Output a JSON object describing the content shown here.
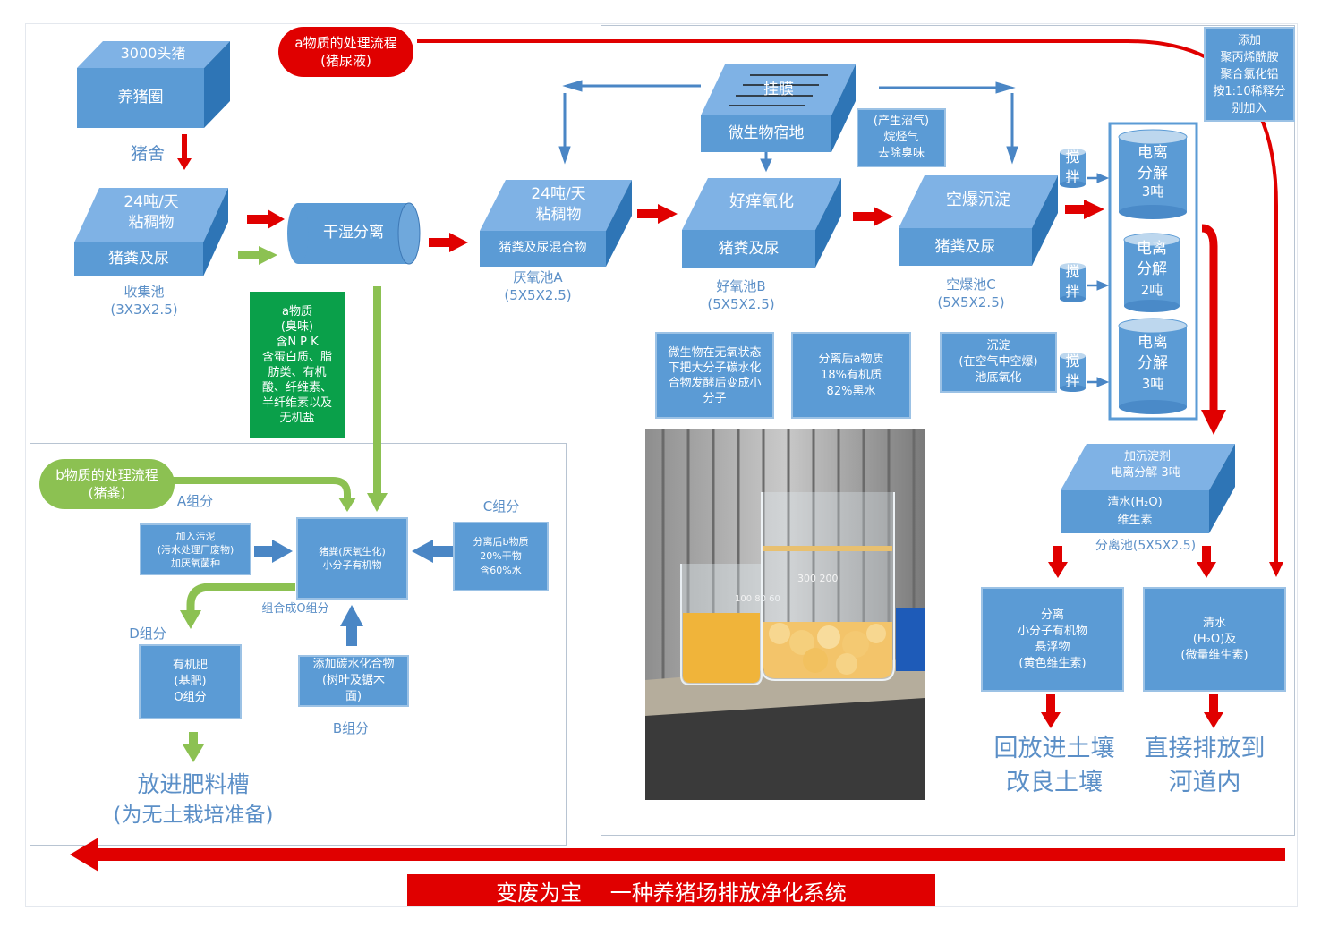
{
  "title": "变废为宝　 一种养猪场排放净化系统",
  "pigpen": {
    "top": "3000头猪",
    "front": "养猪圈",
    "caption": "猪舍"
  },
  "collect": {
    "top_line1": "24吨/天",
    "top_line2": "粘稠物",
    "front": "猪粪及尿",
    "caption_line1": "收集池",
    "caption_line2": "(3X3X2.5)"
  },
  "separator": {
    "label": "干湿分离"
  },
  "tankA": {
    "top_line1": "24吨/天",
    "top_line2": "粘稠物",
    "front": "猪粪及尿混合物",
    "caption_line1": "厌氧池A",
    "caption_line2": "(5X5X2.5)"
  },
  "membrane": {
    "top": "挂膜",
    "front": "微生物宿地"
  },
  "tankB": {
    "top": "好痒氧化",
    "front": "猪粪及尿",
    "caption_line1": "好氧池B",
    "caption_line2": "(5X5X2.5)"
  },
  "tankC": {
    "top": "空爆沉淀",
    "front": "猪粪及尿",
    "caption_line1": "空爆池C",
    "caption_line2": "(5X5X2.5)"
  },
  "biogas": {
    "line1": "(产生沼气)",
    "line2": "烷烃气",
    "line3": "去除臭味"
  },
  "additive": {
    "line1": "添加",
    "line2": "聚丙烯酰胺",
    "line3": "聚合氯化铝",
    "line4": "按1:10稀释分",
    "line5": "别加入"
  },
  "a_flow": {
    "line1": "a物质的处理流程",
    "line2": "(猪尿液)"
  },
  "a_substance": {
    "line1": "a物质",
    "line2": "(臭味)",
    "line3": "含N P K",
    "line4": "含蛋白质、脂",
    "line5": "肪类、有机",
    "line6": "酸、纤维素、",
    "line7": "半纤维素以及",
    "line8": "无机盐"
  },
  "stir": [
    {
      "line1": "搅",
      "line2": "拌"
    },
    {
      "line1": "搅",
      "line2": "拌"
    },
    {
      "line1": "搅",
      "line2": "拌"
    }
  ],
  "electro": [
    {
      "line1": "电离",
      "line2": "分解",
      "line3": "3吨"
    },
    {
      "line1": "电离",
      "line2": "分解",
      "line3": "2吨"
    },
    {
      "line1": "电离",
      "line2": "分解",
      "line3": "3吨"
    }
  ],
  "micro_note": {
    "line1": "微生物在无氧状态",
    "line2": "下把大分子碳水化",
    "line3": "合物发酵后变成小",
    "line4": "分子"
  },
  "after_a": {
    "line1": "分离后a物质",
    "line2": "18%有机质",
    "line3": "82%黑水"
  },
  "sediment": {
    "line1": "沉淀",
    "line2": "(在空气中空爆)",
    "line3": "池底氧化"
  },
  "sep_pool": {
    "top_line1": "加沉淀剂",
    "top_line2": "电离分解 3吨",
    "front_line1": "清水(H₂O)",
    "front_line2": "维生素",
    "caption": "分离池(5X5X2.5)"
  },
  "separate_out": {
    "line1": "分离",
    "line2": "小分子有机物",
    "line3": "悬浮物",
    "line4": "(黄色维生素)"
  },
  "clean_out": {
    "line1": "清水",
    "line2": "(H₂O)及",
    "line3": "(微量维生素)"
  },
  "final_soil": {
    "line1": "回放进土壤",
    "line2": "改良土壤"
  },
  "final_river": {
    "line1": "直接排放到",
    "line2": "河道内"
  },
  "b_flow": {
    "line1": "b物质的处理流程",
    "line2": "(猪粪)"
  },
  "groups": {
    "a": "A组分",
    "b": "B组分",
    "c": "C组分",
    "d": "D组分",
    "combine": "组合成O组分"
  },
  "sludge": {
    "line1": "加入污泥",
    "line2": "(污水处理厂废物)",
    "line3": "加厌氧菌种"
  },
  "manure_core": {
    "line1": "猪粪(厌氧生化)",
    "line2": "小分子有机物"
  },
  "after_b": {
    "line1": "分离后b物质",
    "line2": "20%干物",
    "line3": "含60%水"
  },
  "organic": {
    "line1": "有机肥",
    "line2": "(基肥)",
    "line3": "O组分"
  },
  "carbo": {
    "line1": "添加碳水化合物",
    "line2": "(树叶及锯木",
    "line3": "面)"
  },
  "fert_final": {
    "line1": "放进肥料槽",
    "line2": "(为无土栽培准备)"
  },
  "photo": {
    "beaker_small": "100 80 60",
    "beaker_large": "300 200"
  },
  "colors": {
    "blue": "#5b9bd5",
    "blue_dark": "#2e75b6",
    "red": "#e00000",
    "green": "#8cc152",
    "green_box": "#0aa04a"
  }
}
